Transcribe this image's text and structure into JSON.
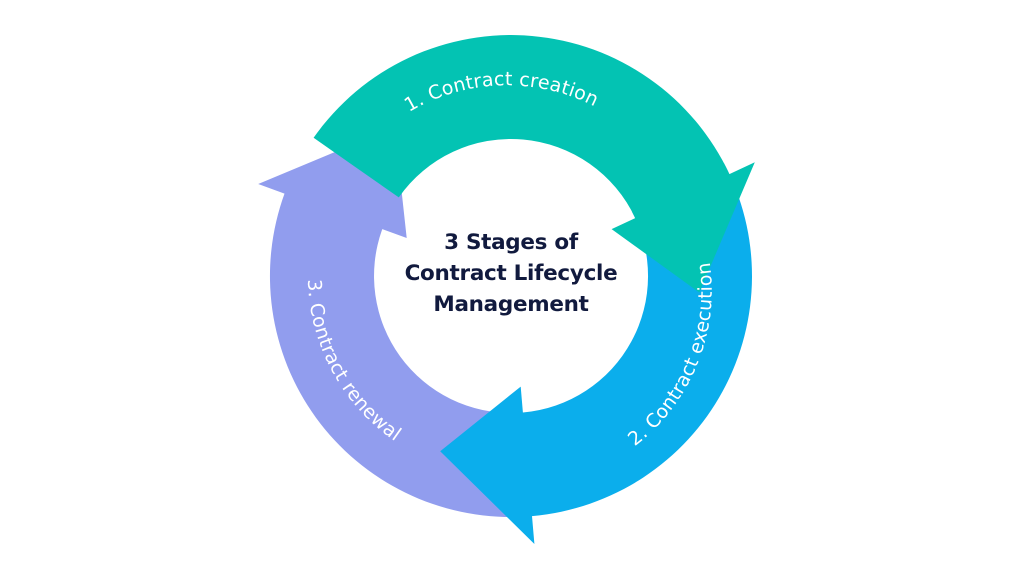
{
  "title": {
    "lines": [
      "3 Stages of",
      "Contract Lifecycle",
      "Management"
    ]
  },
  "stages": [
    {
      "label": "1. Contract creation",
      "color": "#03C3B3"
    },
    {
      "label": "2. Contract execution",
      "color": "#0BAEEC"
    },
    {
      "label": "3. Contract renewal",
      "color": "#919DEE"
    }
  ],
  "colors": {
    "title_text": "#111A3E",
    "stage_text": "#FFFFFF",
    "background": "#FFFFFF"
  }
}
